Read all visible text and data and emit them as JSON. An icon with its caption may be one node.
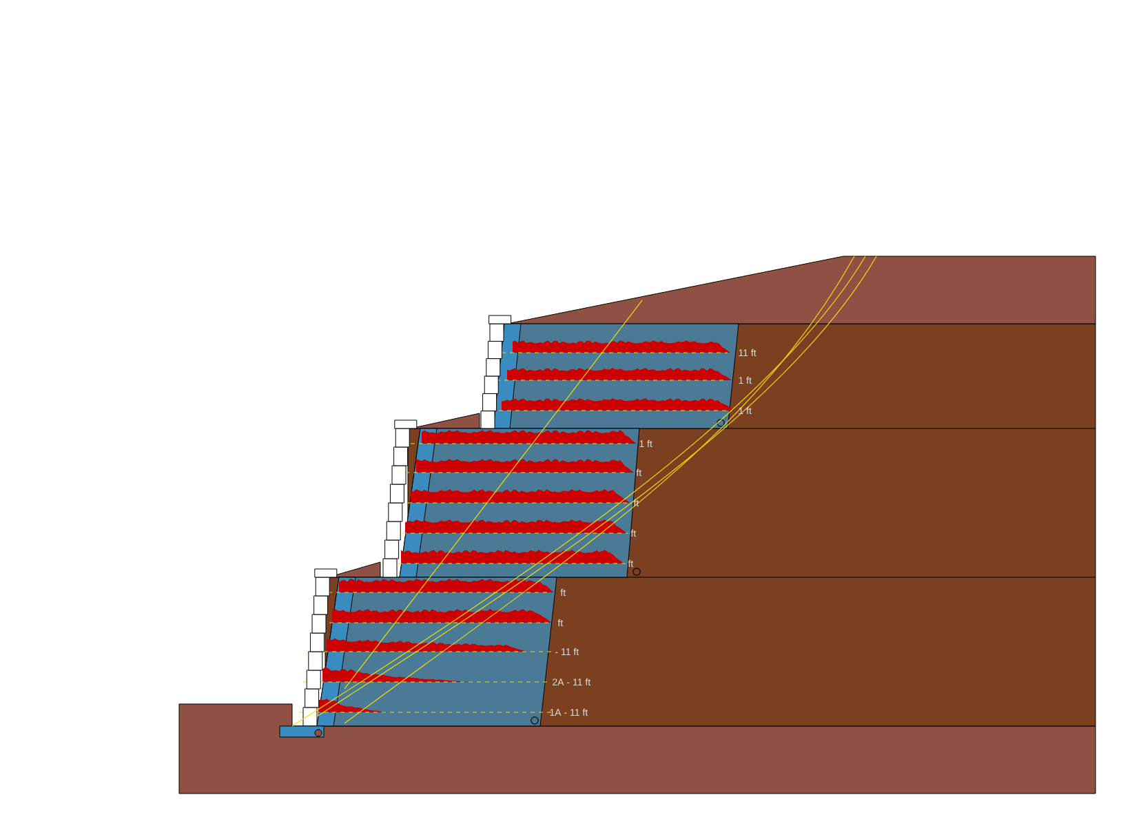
{
  "diagram": {
    "labels": [
      "11 ft",
      "1 ft",
      "1 ft",
      "1 ft",
      "ft",
      "ft",
      "ft",
      "ft",
      "ft",
      "ft",
      "- 11 ft",
      "2A - 11 ft",
      "1A - 11 ft"
    ]
  }
}
